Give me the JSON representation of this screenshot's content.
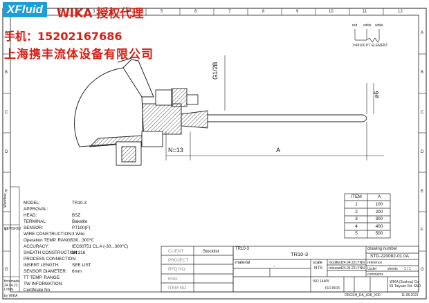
{
  "watermark": {
    "brand": "XFluid",
    "title": "WIKA 授权代理",
    "phone": "手机：15202167686",
    "company": "上海携丰流体设备有限公司"
  },
  "border": {
    "col_numbers": [
      "1",
      "2",
      "3",
      "4",
      "5",
      "6",
      "7",
      "8",
      "9",
      "10",
      "11",
      "12"
    ],
    "row_letters": [
      "A",
      "B",
      "C",
      "D",
      "E",
      "F",
      "G"
    ]
  },
  "schematic": {
    "label_a": "red",
    "label_b": "white",
    "label_c": "white",
    "element_note": "1×Pt100  PT  ELEMENT"
  },
  "dimensions": {
    "thread": "G1/2B",
    "diameter": "⌀6",
    "n": "N=13",
    "a": "A"
  },
  "item_table": {
    "headers": [
      "ITEM",
      "A"
    ],
    "rows": [
      [
        "1",
        "100"
      ],
      [
        "2",
        "200"
      ],
      [
        "3",
        "300"
      ],
      [
        "4",
        "400"
      ],
      [
        "5",
        "500"
      ]
    ]
  },
  "specs": [
    {
      "label": "MODEL:",
      "value": "TR10-3"
    },
    {
      "label": "APPROVAL:",
      "value": ""
    },
    {
      "label": "HEAD:",
      "value": "BSZ"
    },
    {
      "label": "TERMINAL:",
      "value": "Bakelite"
    },
    {
      "label": "SENSOR:",
      "value": "PT100(F)"
    },
    {
      "label": "WIRE CONSTRUCTION:",
      "value": "3 Wire"
    },
    {
      "label": "Operation TEMP. RANGE:",
      "value": "-30...300℃"
    },
    {
      "label": "ACCURACY:",
      "value": "IEC60751 CL.A (-30...300℃)"
    },
    {
      "label": "SHEATH CONSTRUCTION:",
      "value": "MI 316"
    },
    {
      "label": "PROCESS CONNECTION:",
      "value": ""
    },
    {
      "label": "INSERT LENGTH:",
      "value": "SEE LIST"
    },
    {
      "label": "SENSOR DIAMETER:",
      "value": "6mm"
    },
    {
      "label": "TT TEMP. RANGE:",
      "value": ""
    },
    {
      "label": "TW INFORMATION:",
      "value": ""
    },
    {
      "label": "Certificate No.",
      "value": ""
    }
  ],
  "left_strip": {
    "top_label": "Workflow",
    "revision": "REVISION",
    "first_made": "first made",
    "date": "24.04.22",
    "name": "LYNN",
    "by": "by WIKA"
  },
  "client_block": {
    "labels": [
      "CLIENT",
      "PROJECT",
      "RFQ NO.",
      "ENG",
      "ITEM NO"
    ],
    "client_value": "Stocklist"
  },
  "title_block": {
    "model_small": "TR10-3",
    "model_center": "TR10-3",
    "drawing_number_label": "drawing number",
    "drawing_number": "STD-220082-01.0A",
    "material_label": "material",
    "material_value": "–",
    "scale_label": "scale",
    "scale_value": "NTS",
    "modified_label": "modified",
    "modified_date": "24.04.22",
    "modified_by": "LYNN",
    "released_label": "released",
    "released_date": "24.04.22",
    "released_by": "LYNN",
    "reference_label": "reference",
    "reference_value": "Ucdel",
    "sheets_label": "sheets",
    "sheets_value": "1 / 1",
    "comments_label": "comments",
    "standard": "ISO 14405",
    "iso_ref": "ISO 8015",
    "company_name": "WIKA (Suzhou) Co.",
    "company_addr": "81 Taiyuan Rd. SND",
    "footer_code": "DRGSH_DA_A3K_X00",
    "footer_date": "11.08.2021"
  },
  "colors": {
    "brand_blue": "#1c9fd9",
    "watermark_red": "#d52016",
    "line": "#222222",
    "hatch": "#555555"
  }
}
